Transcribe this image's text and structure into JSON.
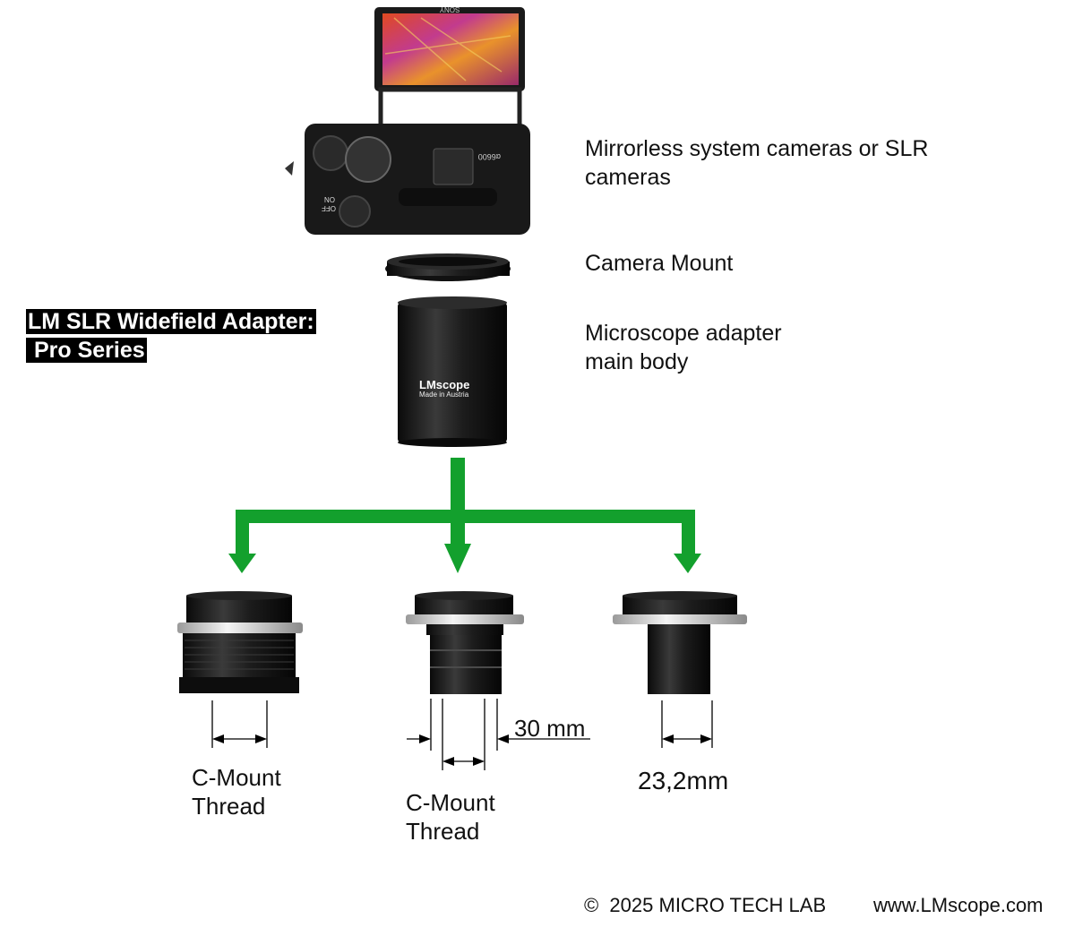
{
  "title": {
    "line1": "LM SLR Widefield Adapter:",
    "line2": " Pro Series"
  },
  "labels": {
    "camera": "Mirrorless system cameras or SLR\ncameras",
    "mount": "Camera Mount",
    "body": "Microscope adapter\nmain body",
    "thread_left": "C-Mount\nThread",
    "thread_mid": "C-Mount\nThread",
    "dim_30": "30 mm",
    "dim_232": "23,2mm"
  },
  "adapter_logo": {
    "brand": "LMscope",
    "tagline": "Made in Austria"
  },
  "camera_print": {
    "brand": "SONY",
    "model": "α6600",
    "on": "ON",
    "off": "OFF"
  },
  "footer": {
    "copyright": "©  2025 MICRO TECH LAB",
    "website": "www.LMscope.com"
  },
  "colors": {
    "arrow_green": "#13a02d",
    "black_metal": "#141414",
    "chrome": "#d8d8d8"
  }
}
